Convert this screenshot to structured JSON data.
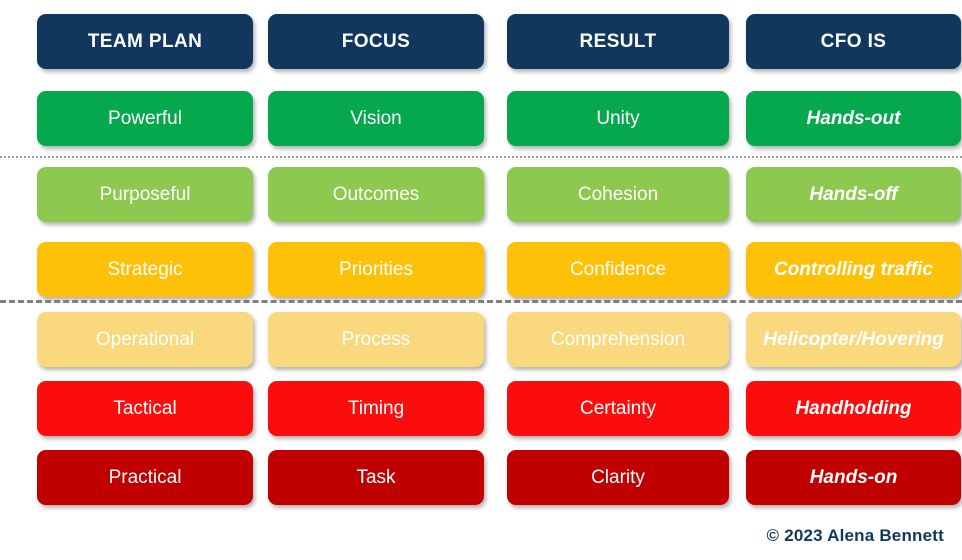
{
  "diagram": {
    "title_row": {
      "cells": [
        {
          "label": "TEAM PLAN"
        },
        {
          "label": "FOCUS"
        },
        {
          "label": "RESULT"
        },
        {
          "label": "CFO IS"
        }
      ]
    },
    "rows": [
      {
        "level": "powerful",
        "color": "#06A84E",
        "cells": [
          {
            "label": "Powerful"
          },
          {
            "label": "Vision"
          },
          {
            "label": "Unity"
          },
          {
            "label": "Hands-out",
            "italic": true
          }
        ]
      },
      {
        "level": "purposeful",
        "color": "#8DC84F",
        "cells": [
          {
            "label": "Purposeful"
          },
          {
            "label": "Outcomes"
          },
          {
            "label": "Cohesion"
          },
          {
            "label": "Hands-off",
            "italic": true
          }
        ]
      },
      {
        "level": "strategic",
        "color": "#FFC107",
        "cells": [
          {
            "label": "Strategic"
          },
          {
            "label": "Priorities"
          },
          {
            "label": "Confidence"
          },
          {
            "label": "Controlling traffic",
            "italic": true
          }
        ]
      },
      {
        "level": "operational",
        "color": "#FAD87E",
        "cells": [
          {
            "label": "Operational"
          },
          {
            "label": "Process"
          },
          {
            "label": "Comprehension"
          },
          {
            "label": "Helicopter/Hovering",
            "italic": true
          }
        ]
      },
      {
        "level": "tactical",
        "color": "#FC0D0D",
        "cells": [
          {
            "label": "Tactical"
          },
          {
            "label": "Timing"
          },
          {
            "label": "Certainty"
          },
          {
            "label": "Handholding",
            "italic": true
          }
        ]
      },
      {
        "level": "practical",
        "color": "#C00000",
        "cells": [
          {
            "label": "Practical"
          },
          {
            "label": "Task"
          },
          {
            "label": "Clarity"
          },
          {
            "label": "Hands-on",
            "italic": true
          }
        ]
      }
    ],
    "separators": [
      {
        "style": "dotted",
        "after_row": 1
      },
      {
        "style": "dashed",
        "after_row": 3
      }
    ],
    "footer": {
      "copyright": "© 2023 Alena Bennett"
    },
    "colors": {
      "header_navy": "#11375F",
      "text_on_fill": "#FFFFFF",
      "dotted_separator": "#9B9B9B",
      "dashed_separator": "#808080",
      "footer_text": "#11375F"
    }
  }
}
